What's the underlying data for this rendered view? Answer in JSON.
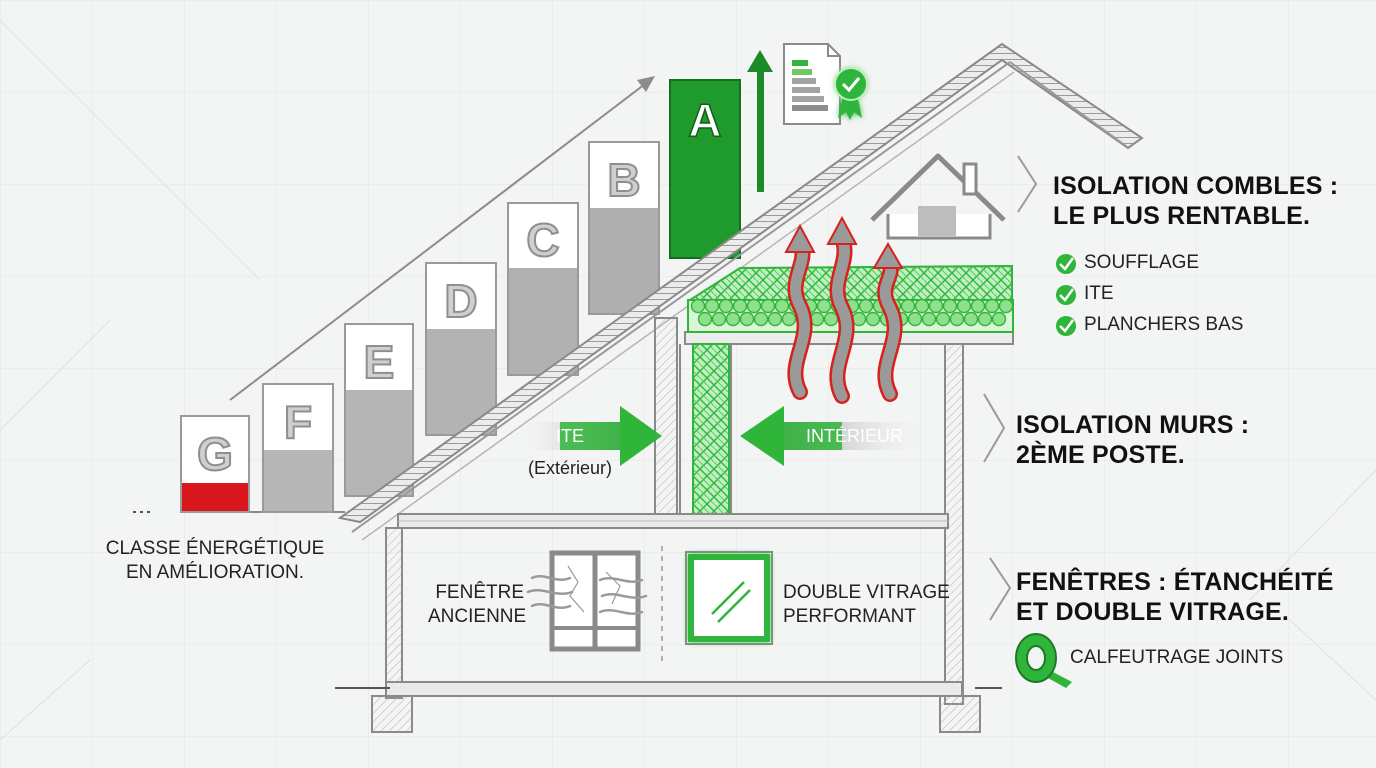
{
  "energy_classes": [
    {
      "letter": "G"
    },
    {
      "letter": "F"
    },
    {
      "letter": "E"
    },
    {
      "letter": "D"
    },
    {
      "letter": "C"
    },
    {
      "letter": "B"
    },
    {
      "letter": "A"
    }
  ],
  "left_caption": {
    "line1": "CLASSE ÉNERGÉTIQUE",
    "line2": "EN AMÉLIORATION."
  },
  "wall_arrows": {
    "ite_label": "ITE",
    "ite_sub": "(Extérieur)",
    "interior_label": "INTÉRIEUR"
  },
  "windows": {
    "old_label_line1": "FENÊTRE",
    "old_label_line2": "ANCIENNE",
    "new_label_line1": "DOUBLE VITRAGE",
    "new_label_line2": "PERFORMANT"
  },
  "right_panel": {
    "combles": {
      "title_line1": "ISOLATION COMBLES :",
      "title_line2": "LE PLUS RENTABLE.",
      "items": [
        "SOUFFLAGE",
        "ITE",
        "PLANCHERS BAS"
      ]
    },
    "murs": {
      "title_line1": "ISOLATION MURS :",
      "title_line2": "2ÈME POSTE."
    },
    "fenetres": {
      "title_line1": "FENÊTRES : ÉTANCHÉITÉ",
      "title_line2": "ET DOUBLE VITRAGE.",
      "tape_label": "CALFEUTRAGE JOINTS"
    }
  },
  "colors": {
    "green": "#2fb53a",
    "dark_green": "#1d8a2a",
    "red": "#d9161c",
    "heat_red": "#d8211d",
    "grey": "#a9a9a9",
    "light_grey": "#cfcfcf"
  },
  "icons": [
    "house-icon",
    "certificate-icon",
    "tape-roll-icon",
    "check-icon",
    "heat-arrow-icon"
  ]
}
